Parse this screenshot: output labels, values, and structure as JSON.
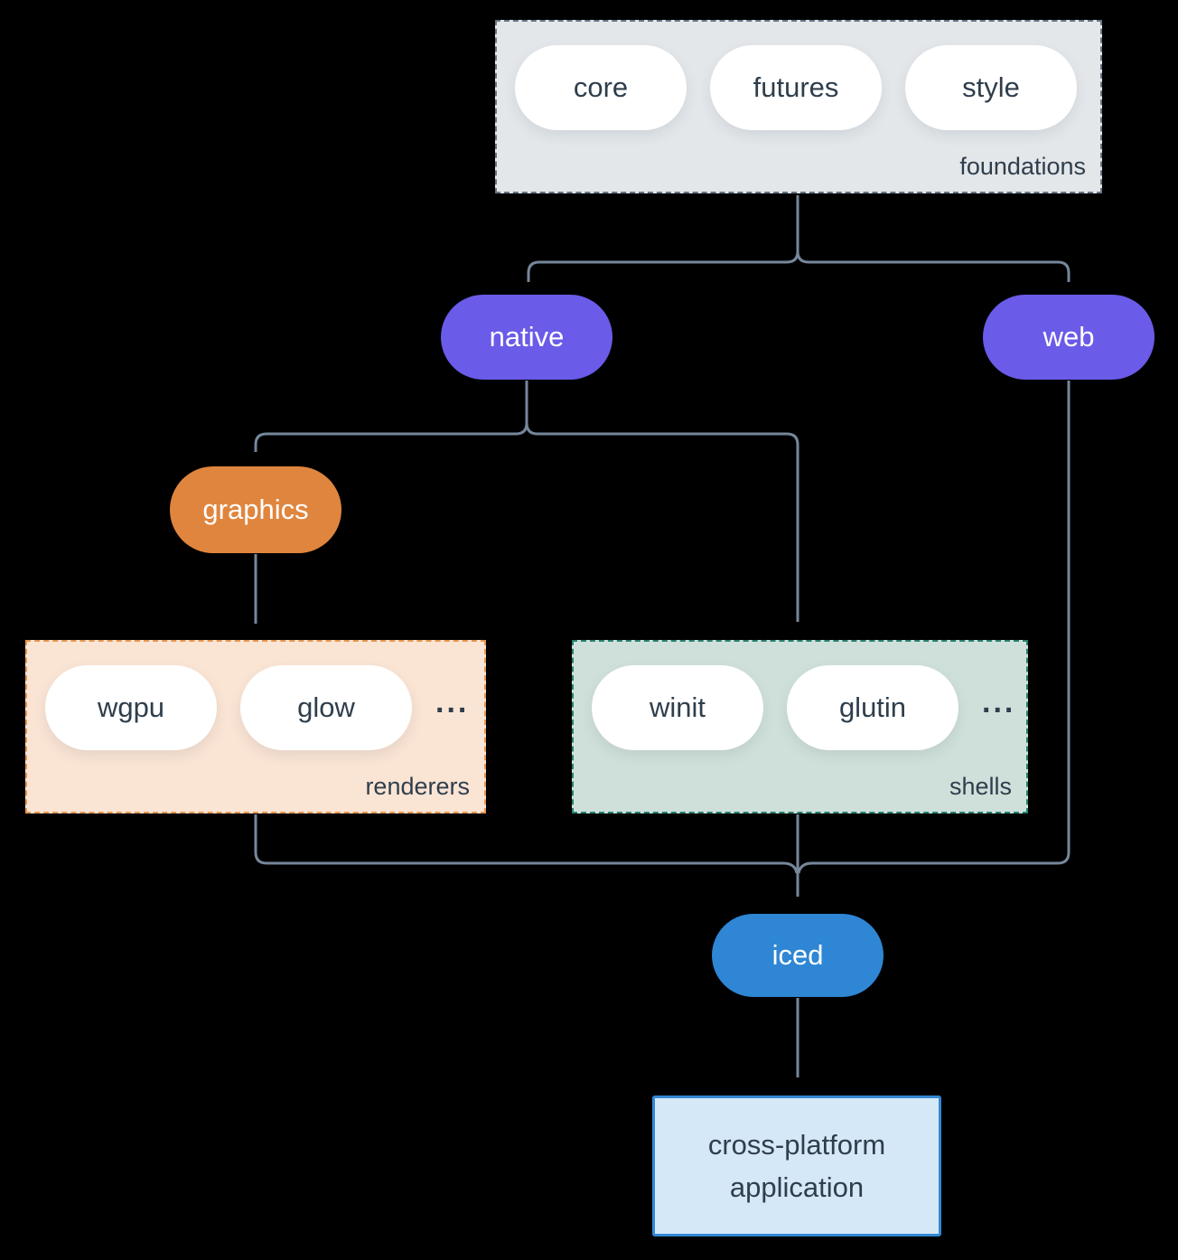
{
  "diagram": {
    "foundations": {
      "label": "foundations",
      "pills": [
        "core",
        "futures",
        "style"
      ]
    },
    "native": {
      "label": "native"
    },
    "web": {
      "label": "web"
    },
    "graphics": {
      "label": "graphics"
    },
    "renderers": {
      "label": "renderers",
      "pills": [
        "wgpu",
        "glow"
      ],
      "ellipsis": "..."
    },
    "shells": {
      "label": "shells",
      "pills": [
        "winit",
        "glutin"
      ],
      "ellipsis": "..."
    },
    "iced": {
      "label": "iced"
    },
    "application": {
      "line1": "cross-platform",
      "line2": "application"
    }
  },
  "colors": {
    "bg": "#000000",
    "line": "#76879B",
    "node-text": "#2F3E4C",
    "pill-fill": "#FFFFFF",
    "foundations-fill": "#E3E7EA",
    "foundations-border": "#647484",
    "purple": "#6A5BE8",
    "orange": "#E0853E",
    "renderers-fill": "#FAE4D4",
    "renderers-border": "#E6954E",
    "shells-fill": "#CFE0DA",
    "shells-border": "#26806D",
    "blue": "#2E86D4",
    "app-fill": "#D5E8F8",
    "app-border": "#3387D3"
  }
}
